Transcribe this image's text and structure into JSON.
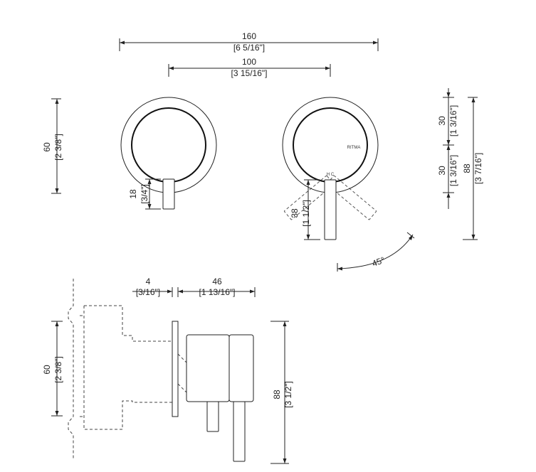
{
  "dimensions": {
    "total_width_mm": "160",
    "total_width_in": "[6 5/16\"]",
    "center_distance_mm": "100",
    "center_distance_in": "[3 15/16\"]",
    "plate_diameter_mm": "60",
    "plate_diameter_in": "[2 3/8\"]",
    "short_lever_mm": "18",
    "short_lever_in": "[3/4\"]",
    "long_lever_mm": "38",
    "long_lever_in": "[1 1/2\"]",
    "upper_half_mm": "30",
    "upper_half_in": "[1 3/16\"]",
    "lower_half_mm": "30",
    "lower_half_in": "[1 3/16\"]",
    "overall_height_mm": "88",
    "overall_height_in": "[3 7/16\"]",
    "rotation_angle": "45°",
    "plate_thickness_mm": "4",
    "plate_thickness_in": "[3/16\"]",
    "projection_mm": "46",
    "projection_in": "[1 13/16\"]",
    "side_plate_mm": "60",
    "side_plate_in": "[2 3/8\"]",
    "side_height_mm": "88",
    "side_height_in": "[3 1/2\"]"
  },
  "labels": {
    "brand": "RITMA",
    "hot_cold": "H  C"
  }
}
